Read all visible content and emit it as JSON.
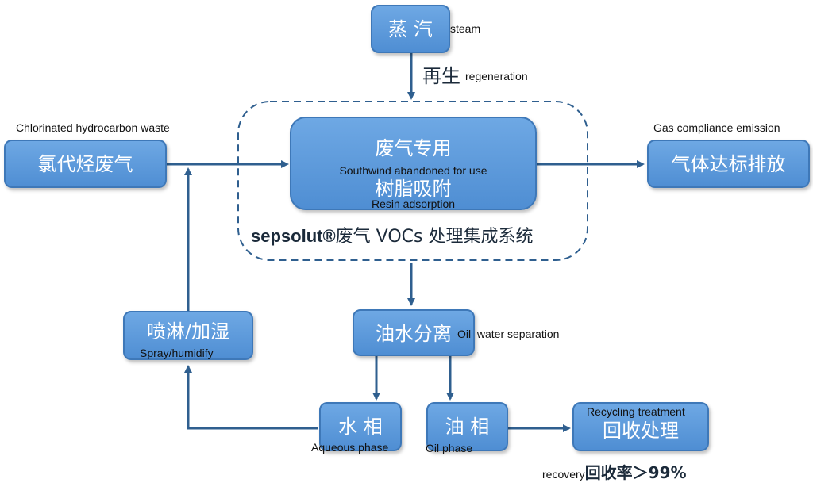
{
  "steam": {
    "zh": "蒸 汽",
    "en": "steam"
  },
  "regeneration": {
    "zh": "再生",
    "en": "regeneration"
  },
  "waste": {
    "zh": "氯代烃废气",
    "en": "Chlorinated hydrocarbon waste"
  },
  "adsorption": {
    "zh_top": "废气专用",
    "en_top": "Southwind abandoned for use",
    "zh_bottom": "树脂吸附",
    "en_bottom": "Resin adsorption"
  },
  "system_label": {
    "brand": "sepsolut®",
    "rest": "废气 VOCs 处理集成系统"
  },
  "emission": {
    "zh": "气体达标排放",
    "en": "Gas compliance emission"
  },
  "spray": {
    "zh": "喷淋/加湿",
    "en": "Spray/humidify"
  },
  "oil_water": {
    "zh": "油水分离",
    "en": "Oil–water separation"
  },
  "aqueous": {
    "zh": "水 相",
    "en": "Aqueous phase"
  },
  "oil": {
    "zh": "油 相",
    "en": "Oil phase"
  },
  "recycle": {
    "zh": "回收处理",
    "en": "Recycling treatment"
  },
  "recovery": {
    "en": "recovery",
    "zh": "回收率＞99%"
  },
  "colors": {
    "box_fill": "#5b9bdc",
    "box_border": "#3e78b8",
    "line": "#2f5f8f"
  }
}
